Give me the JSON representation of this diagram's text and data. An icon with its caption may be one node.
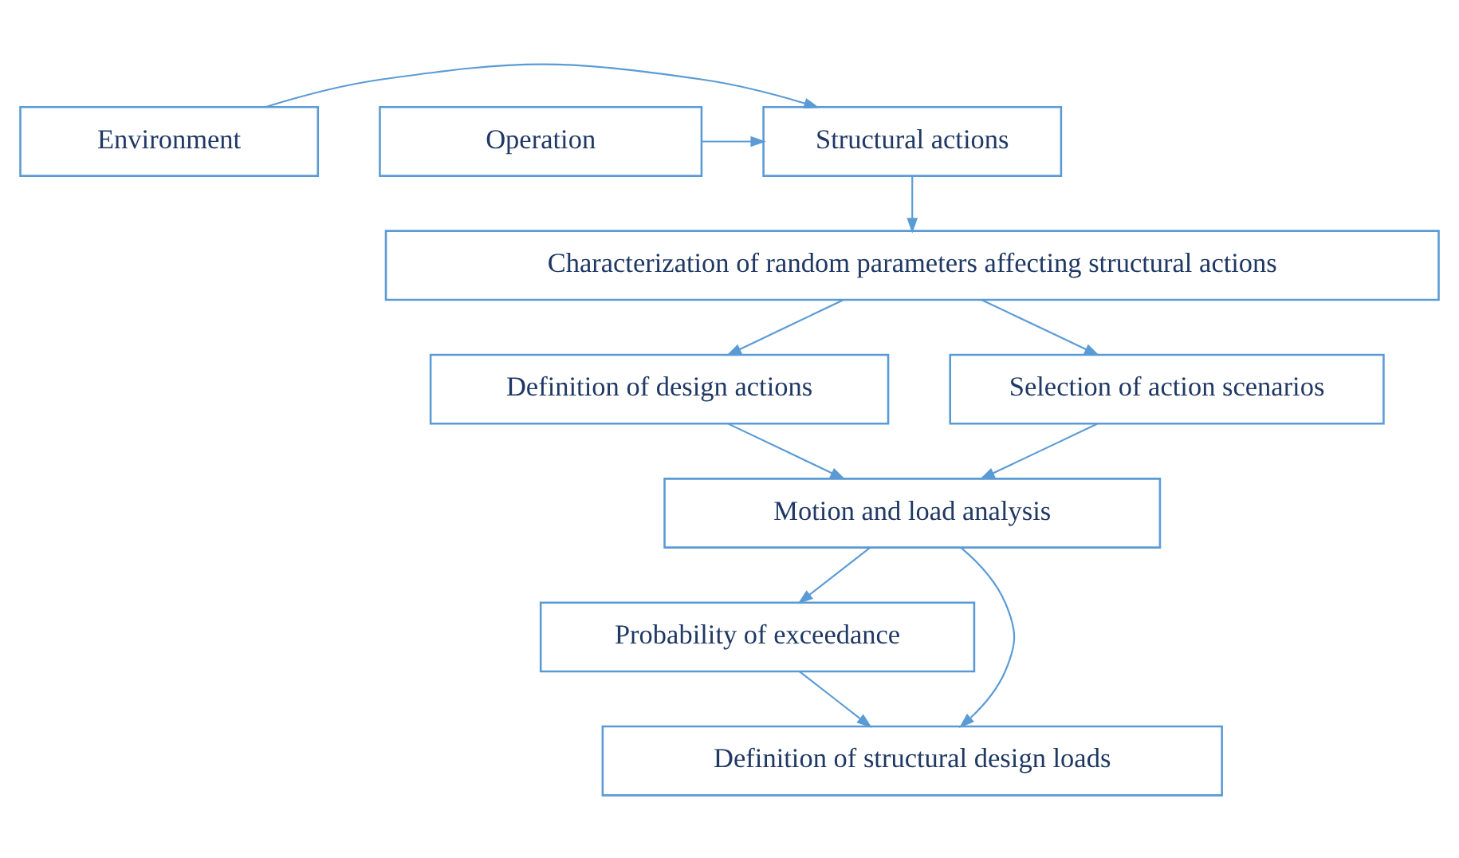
{
  "diagram": {
    "nodes": [
      {
        "text": [
          "Environment"
        ]
      },
      {
        "text": [
          "Structural actions"
        ]
      },
      {
        "text": [
          "Operation"
        ]
      },
      {
        "text": [
          "Characterization of random parameters affecting structural actions"
        ]
      },
      {
        "text": [
          "Definition of design actions"
        ]
      },
      {
        "text": [
          "Selection of action scenarios"
        ]
      },
      {
        "text": [
          "Motion and load analysis"
        ]
      },
      {
        "text": [
          "Probability of exceedance"
        ]
      },
      {
        "text": [
          "Definition of structural design loads"
        ]
      }
    ],
    "edges": [
      {
        "from": 0,
        "to": 1,
        "arrow": "to"
      },
      {
        "from": 2,
        "to": 1,
        "arrow": "to"
      },
      {
        "from": 1,
        "to": 3,
        "arrow": "to"
      },
      {
        "from": 3,
        "to": 4,
        "arrow": "to"
      },
      {
        "from": 3,
        "to": 5,
        "arrow": "to"
      },
      {
        "from": 4,
        "to": 6,
        "arrow": "to"
      },
      {
        "from": 5,
        "to": 6,
        "arrow": "to"
      },
      {
        "from": 6,
        "to": 8,
        "arrow": "to"
      },
      {
        "from": 6,
        "to": 7,
        "arrow": "to"
      },
      {
        "from": 7,
        "to": 8,
        "arrow": "to"
      }
    ]
  }
}
